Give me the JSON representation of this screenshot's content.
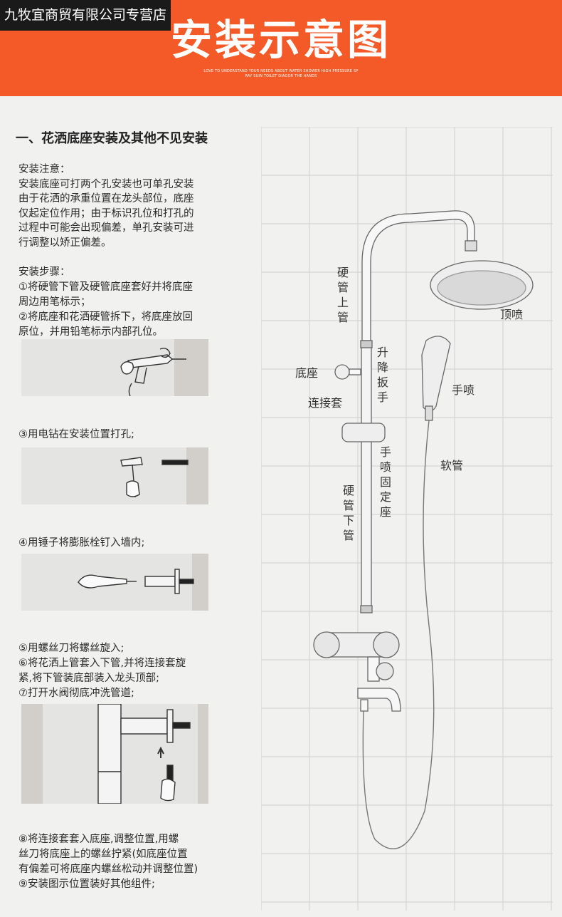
{
  "header": {
    "shop_name": "九牧宜商贸有限公司专营店",
    "title": "安装示意图",
    "subtitle_line1": "LOVE TO UNDERSTAND YOUR NEEDS ABOUT WATER SHOWER HIGH PRESSURE SP",
    "subtitle_line2": "RAY SUIN TOILET DIAGOR THE HANDS"
  },
  "section": {
    "title": "一、花洒底座安装及其他不见安装"
  },
  "notes": {
    "lines": [
      "安装注意：",
      "安装底座可打两个孔安装也可单孔安装",
      "由于花洒的承重位置在龙头部位，底座",
      "仅起定位作用；由于标识孔位和打孔的",
      "过程中可能会出现偏差，单孔安装可进",
      "行调整以矫正偏差。"
    ]
  },
  "steps": {
    "header": "安装步骤：",
    "s1": [
      "①将硬管下管及硬管底座套好并将底座",
      "周边用笔标示；",
      "②将底座和花洒硬管拆下，将底座放回",
      "原位，并用铅笔标示内部孔位。"
    ],
    "s3": "③用电钻在安装位置打孔;",
    "s4": "④用锤子将膨胀栓钉入墙内;",
    "s5": [
      "⑤用螺丝刀将螺丝旋入;",
      "⑥将花洒上管套入下管,并将连接套旋",
      "紧,将下管装底部装入龙头顶部;",
      "⑦打开水阀彻底冲洗管道;"
    ],
    "s8": [
      "⑧将连接套套入底座,调整位置,用螺",
      "丝刀将底座上的螺丝拧紧(如底座位置",
      "有偏差可将底座内螺丝松动并调整位置)",
      "⑨安装图示位置装好其他组件;"
    ]
  },
  "diagram": {
    "labels": {
      "upper_pipe": "硬管上管",
      "top_spray": "顶喷",
      "base": "底座",
      "lift_wrench": "升降扳手",
      "connector": "连接套",
      "hand_spray": "手喷",
      "hose": "软管",
      "hand_holder": "手喷固定座",
      "lower_pipe": "硬管下管"
    }
  }
}
